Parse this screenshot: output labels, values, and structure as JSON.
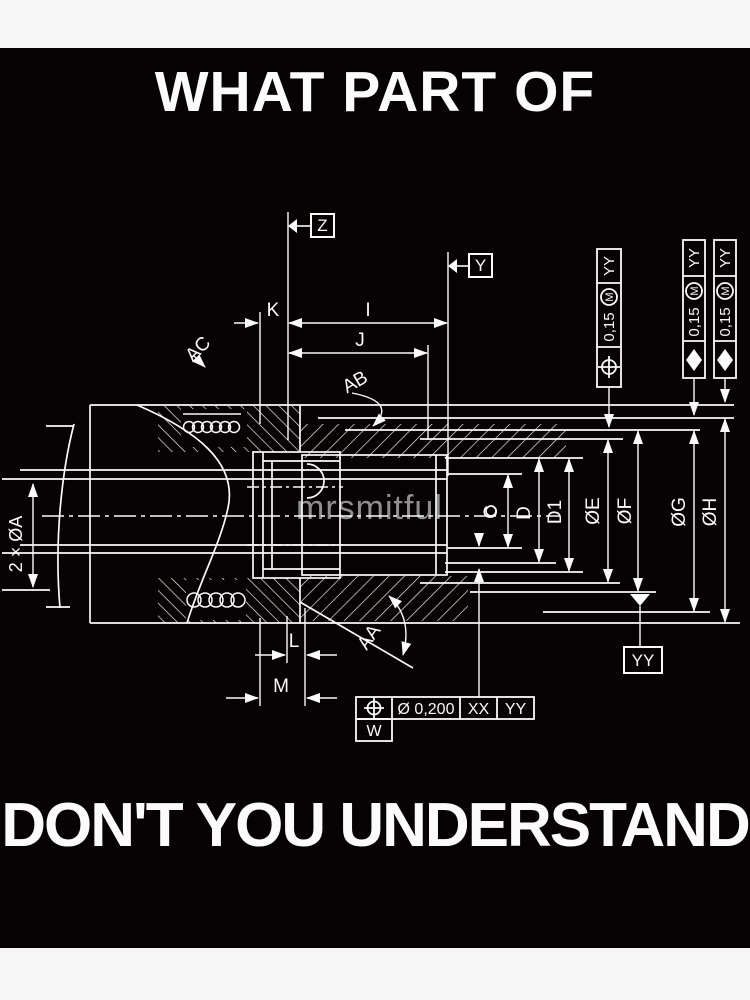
{
  "poster": {
    "headline_top": "WHAT PART OF",
    "headline_bottom": "DON'T YOU UNDERSTAND",
    "watermark": "mrsmitful"
  },
  "colors": {
    "background": "#070304",
    "line_ink": "#fafafa",
    "band": "#f7f6f6",
    "watermark": "#8f8f92"
  },
  "drawing": {
    "datum_flags": [
      {
        "label": "Z"
      },
      {
        "label": "Y"
      }
    ],
    "dimension_labels": {
      "k": "K",
      "i": "I",
      "j": "J",
      "ab": "AB",
      "ac": "AC",
      "shaft": "2 × ØA",
      "c": "C",
      "d": "D",
      "d1": "D1",
      "oe": "ØE",
      "of": "ØF",
      "og": "ØG",
      "oh": "ØH",
      "l": "L",
      "m": "M",
      "aa": "AA"
    },
    "datum_targets": {
      "yy_box": "YY",
      "w_box": "W"
    },
    "fcf_vertical": [
      {
        "symbol": "position-icon",
        "tolerance": "0,15",
        "modifier": "M",
        "datum": "YY"
      },
      {
        "symbol": "diamond-icon",
        "tolerance": "0,15",
        "modifier": "M",
        "datum": "YY"
      },
      {
        "symbol": "diamond-icon",
        "tolerance": "0,15",
        "modifier": "M",
        "datum": "YY"
      }
    ],
    "fcf_bottom": {
      "symbol": "position-icon",
      "tolerance": "Ø 0,200",
      "datum1": "XX",
      "datum2": "YY"
    }
  }
}
